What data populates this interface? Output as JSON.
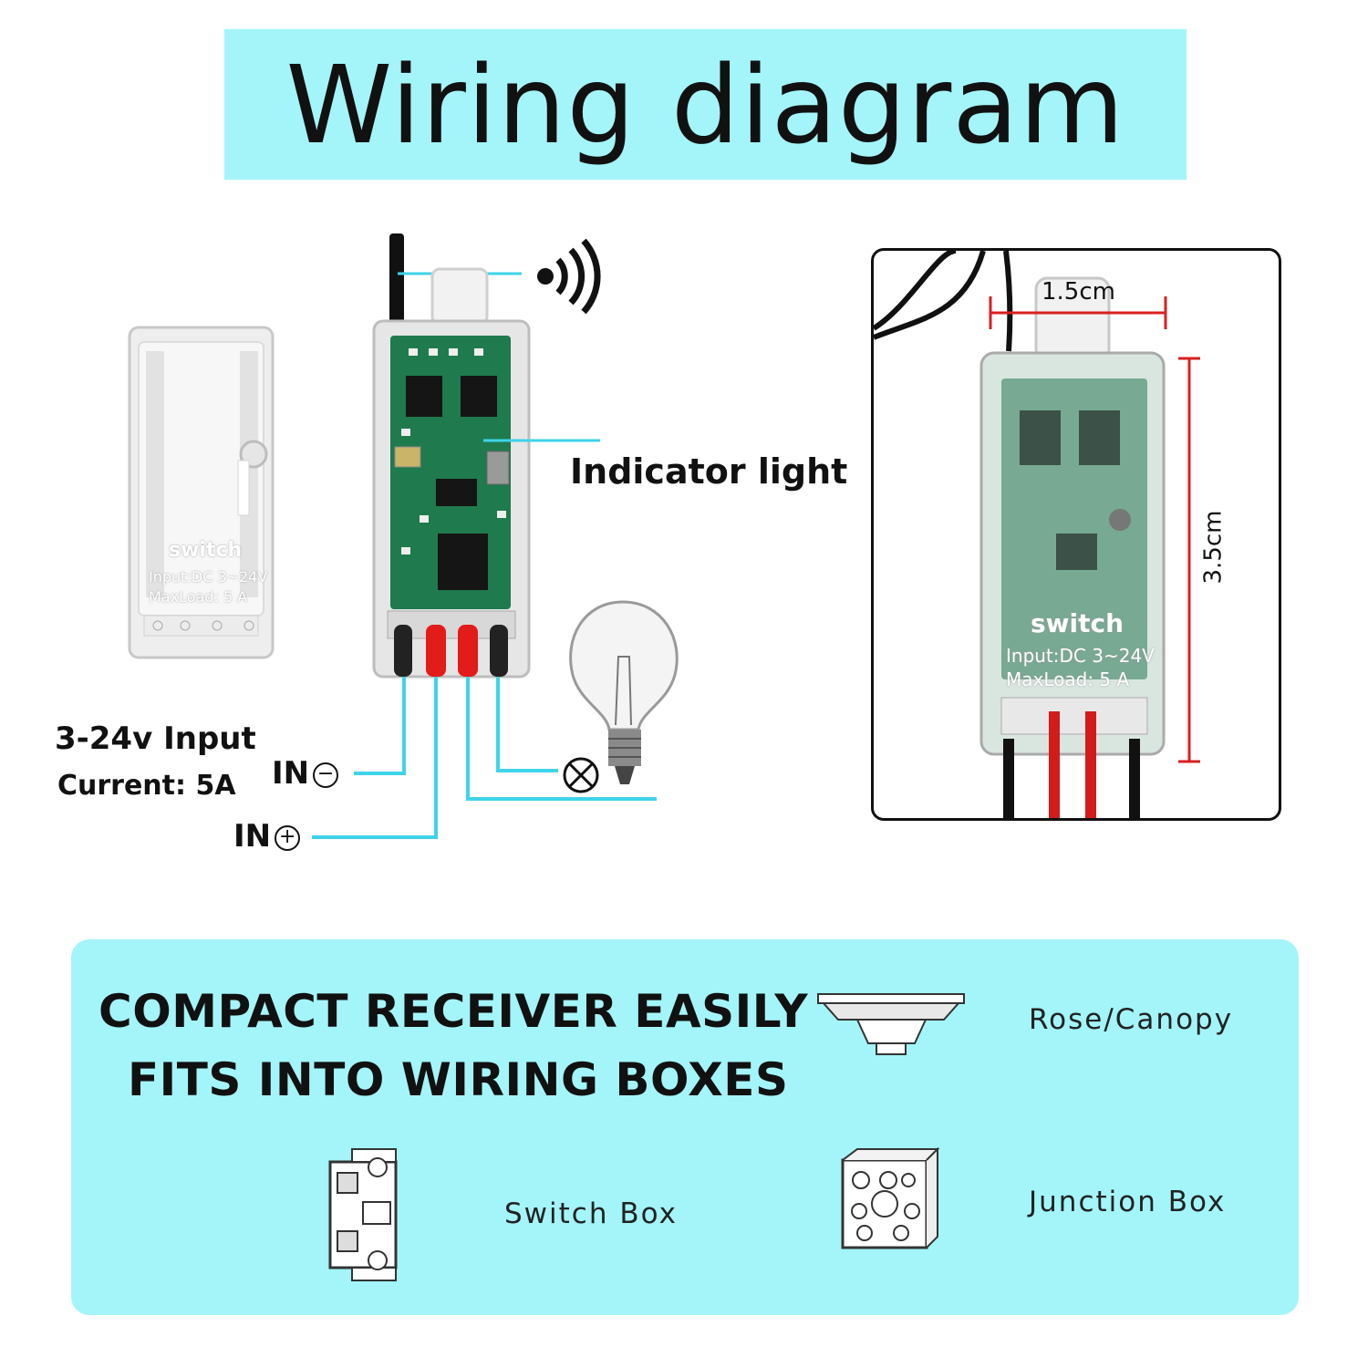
{
  "title": "Wiring diagram",
  "device_case": {
    "brand": "switch",
    "input": "Input:DC 3~24V",
    "maxload": "MaxLoad: 5 A"
  },
  "specs": {
    "input": "3-24v Input",
    "current": "Current: 5A"
  },
  "labels": {
    "in_negative": "IN",
    "in_negative_symbol": "−",
    "in_positive": "IN",
    "in_positive_symbol": "+",
    "indicator_light": "Indicator light"
  },
  "dimensions": {
    "width": "1.5cm",
    "height": "3.5cm"
  },
  "photo_case": {
    "brand": "switch",
    "input": "Input:DC 3~24V",
    "maxload": "MaxLoad: 5 A"
  },
  "info": {
    "headline_line1": "COMPACT RECEIVER EASILY",
    "headline_line2": "FITS INTO WIRING BOXES",
    "rose_canopy": "Rose/Canopy",
    "switch_box": "Switch Box",
    "junction_box": "Junction Box"
  },
  "colors": {
    "banner": "#a3f5f9",
    "wire_line": "#3fd3ea",
    "pcb": "#1f7a4d",
    "dimension": "#d82020"
  }
}
